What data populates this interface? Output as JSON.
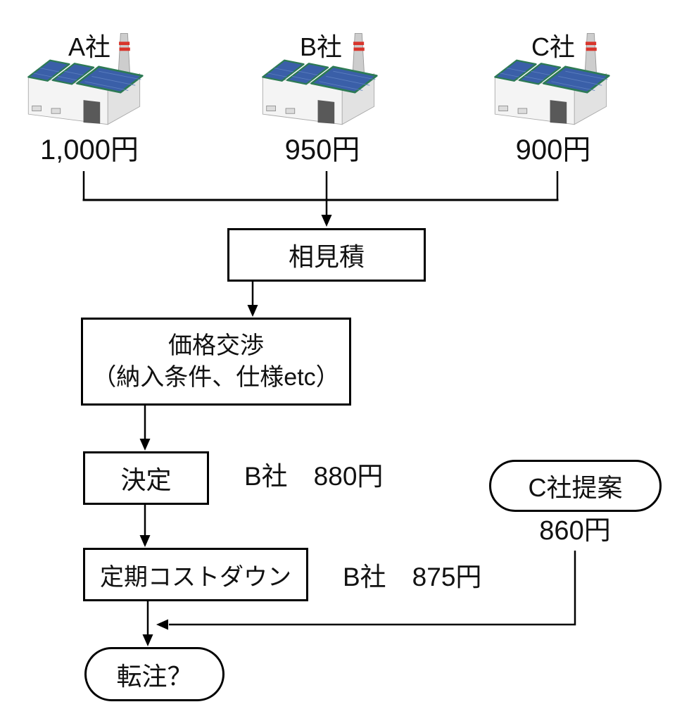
{
  "diagram": {
    "suppliers": [
      {
        "name": "A社",
        "price": "1,000円"
      },
      {
        "name": "B社",
        "price": "950円"
      },
      {
        "name": "C社",
        "price": "900円"
      }
    ],
    "flow": {
      "quote": "相見積",
      "negotiation_title": "価格交渉",
      "negotiation_detail": "（納入条件、仕様etc）",
      "decision": "決定",
      "decision_result": "B社　880円",
      "costdown": "定期コストダウン",
      "costdown_result": "B社　875円",
      "switch_question": "転注？"
    },
    "proposal": {
      "label": "C社提案",
      "price": "860円"
    },
    "colors": {
      "line": "#000000",
      "box_background": "#ffffff",
      "roof_blue": "#3a5fa8",
      "roof_grid_blue": "#5c7fc0",
      "trim_green": "#2d7a55",
      "stripe_red": "#d8352c",
      "wall_front": "#f4f4f4",
      "wall_side": "#e2e2e2",
      "wall_stroke": "#aaaaaa",
      "chimney_gray": "#cdcdcd",
      "door_gray": "#595959"
    }
  }
}
